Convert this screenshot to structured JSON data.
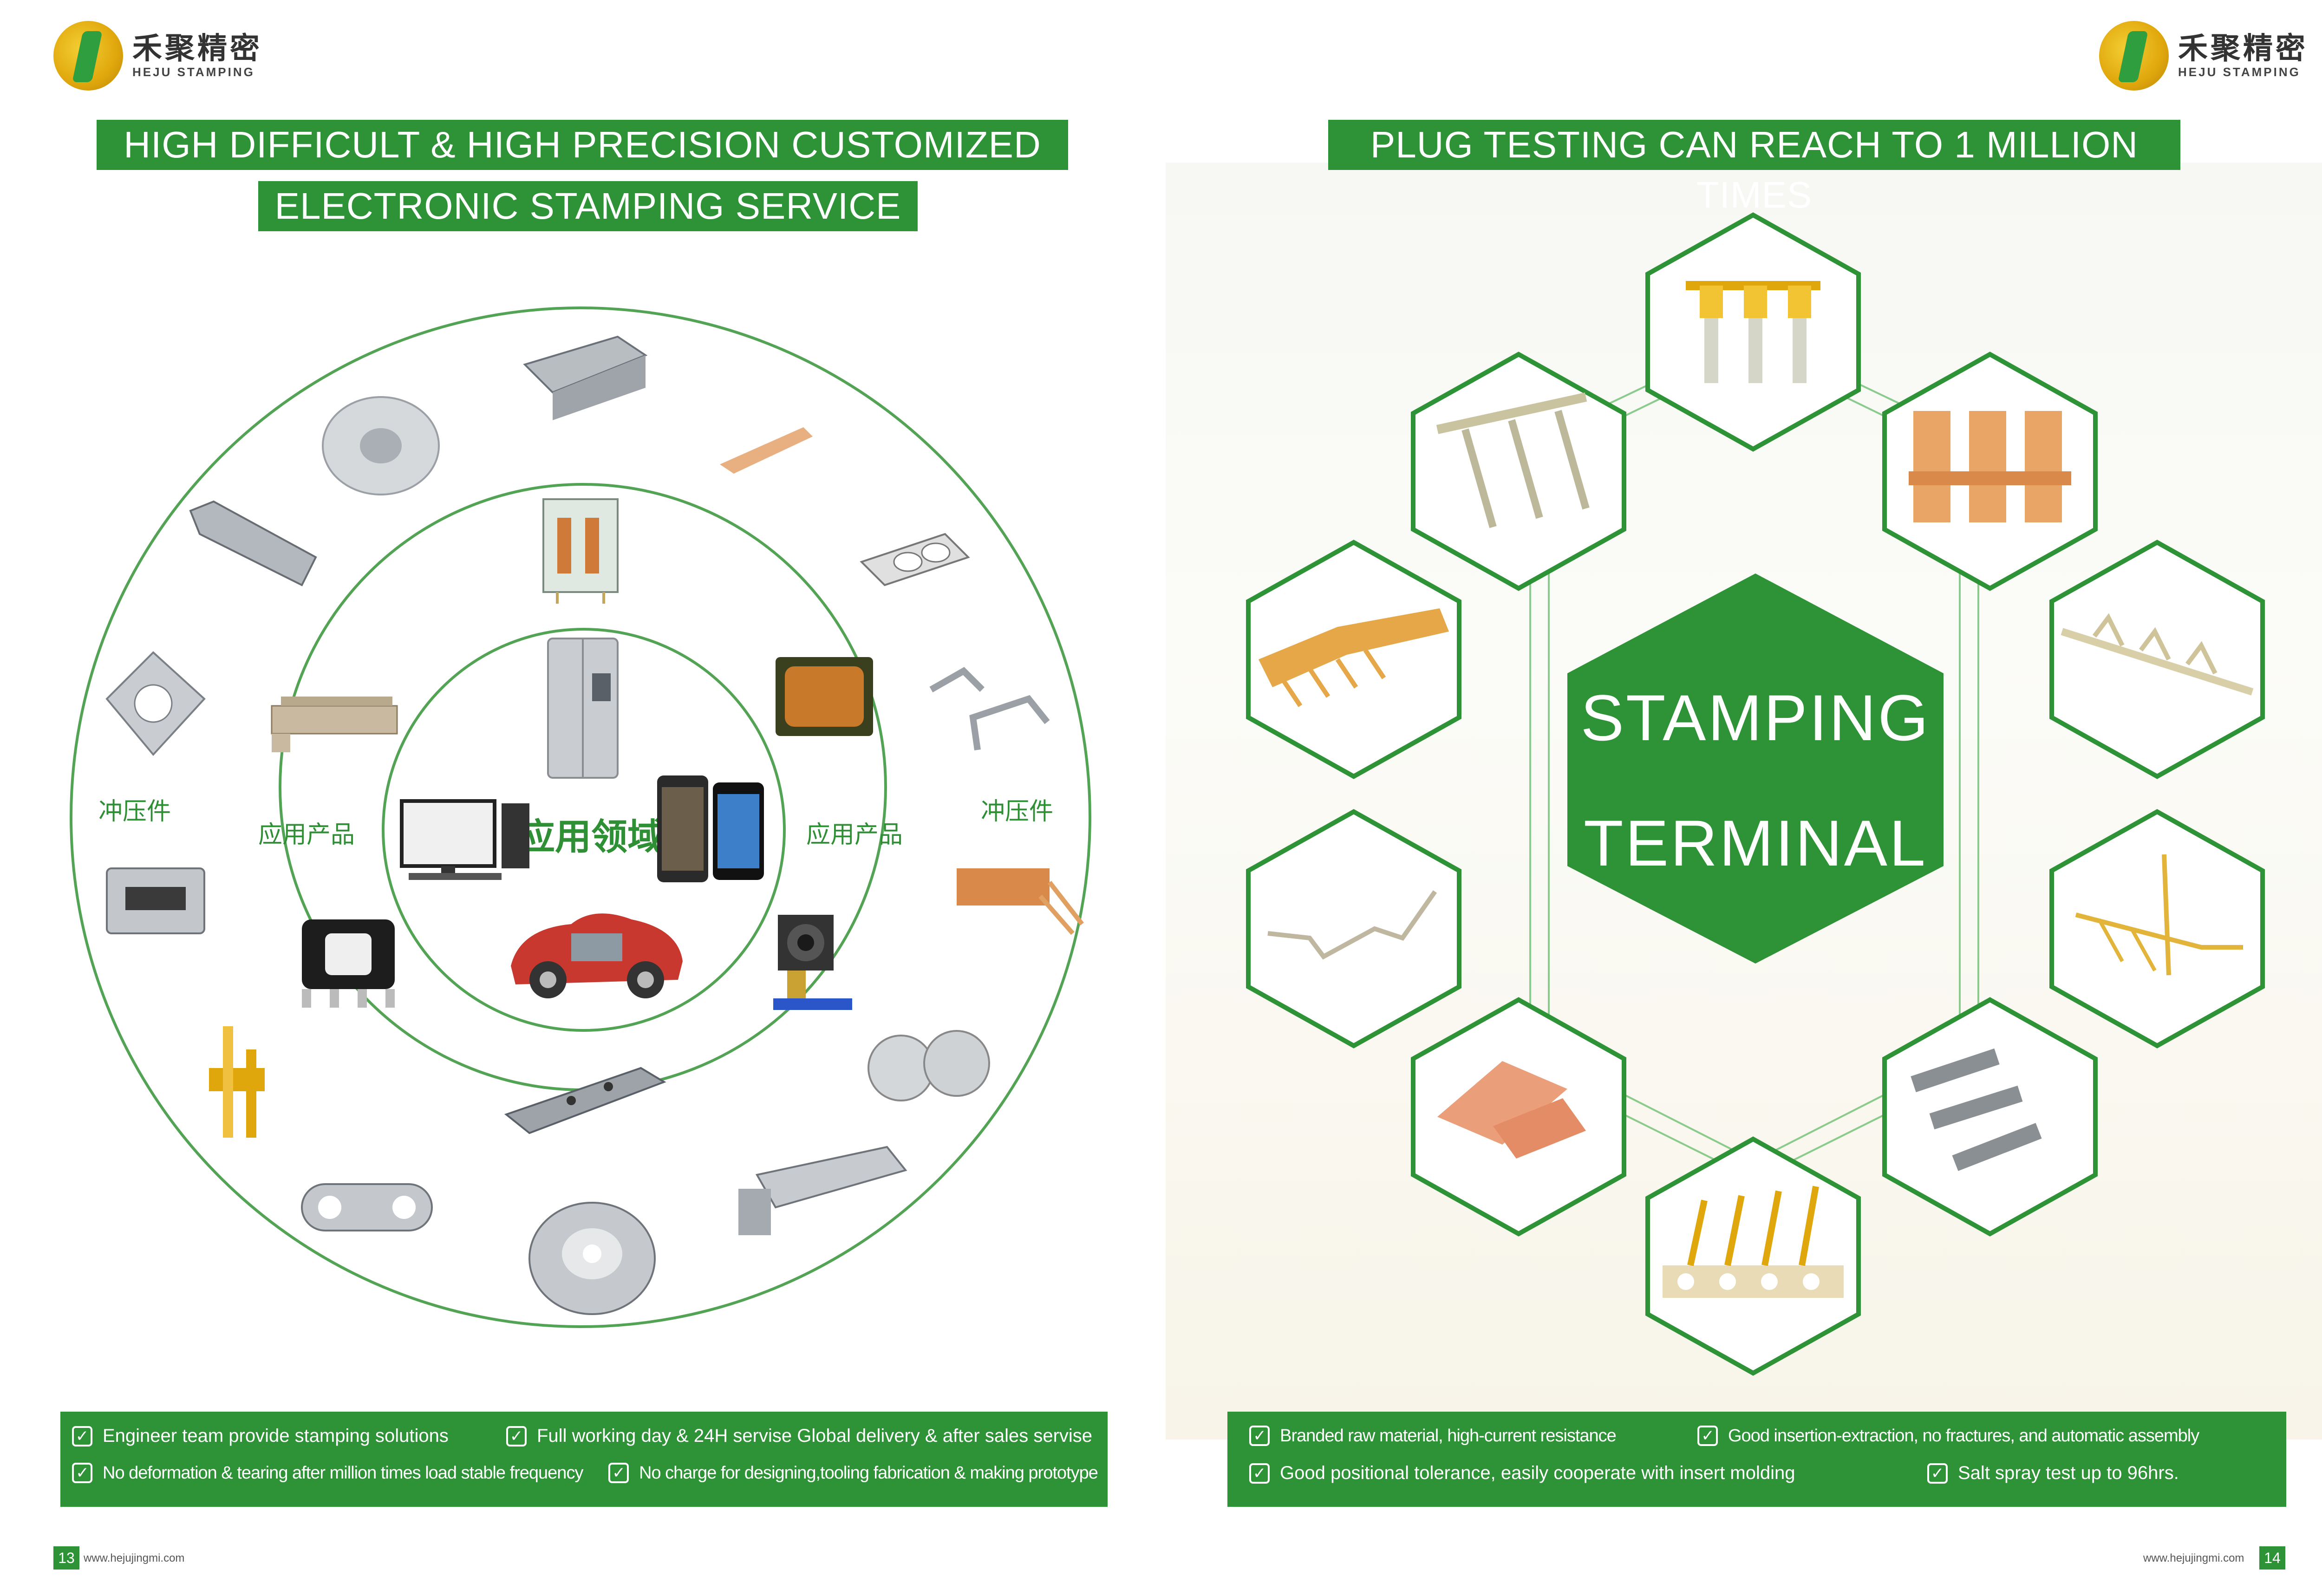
{
  "brand": {
    "name_cn": "禾聚精密",
    "name_en": "HEJU STAMPING"
  },
  "left_page": {
    "title_line1": "HIGH DIFFICULT & HIGH PRECISION CUSTOMIZED",
    "title_line2": "ELECTRONIC STAMPING SERVICE",
    "center_label": "应用领域",
    "ring_label_products_left": "应用产品",
    "ring_label_products_right": "应用产品",
    "ring_label_stamping_left": "冲压件",
    "ring_label_stamping_right": "冲压件",
    "features": [
      "Engineer team provide stamping solutions",
      "Full working day & 24H servise Global delivery & after sales servise",
      "No deformation & tearing after million times load stable frequency",
      "No charge for designing,tooling fabrication & making prototype"
    ],
    "page_number": "13",
    "url": "www.hejujingmi.com"
  },
  "right_page": {
    "title": "PLUG TESTING CAN REACH TO 1 MILLION TIMES",
    "center_line1": "STAMPING",
    "center_line2": "TERMINAL",
    "features": [
      "Branded raw material, high-current resistance",
      "Good insertion-extraction, no fractures, and automatic assembly",
      "Good positional tolerance, easily cooperate with insert molding",
      "Salt spray test up to 96hrs."
    ],
    "page_number": "14",
    "url": "www.hejujingmi.com"
  },
  "colors": {
    "brand_green": "#2e9236",
    "ring_green": "#53a355",
    "gold": "#e0a70c",
    "copper": "#d98a4a"
  }
}
